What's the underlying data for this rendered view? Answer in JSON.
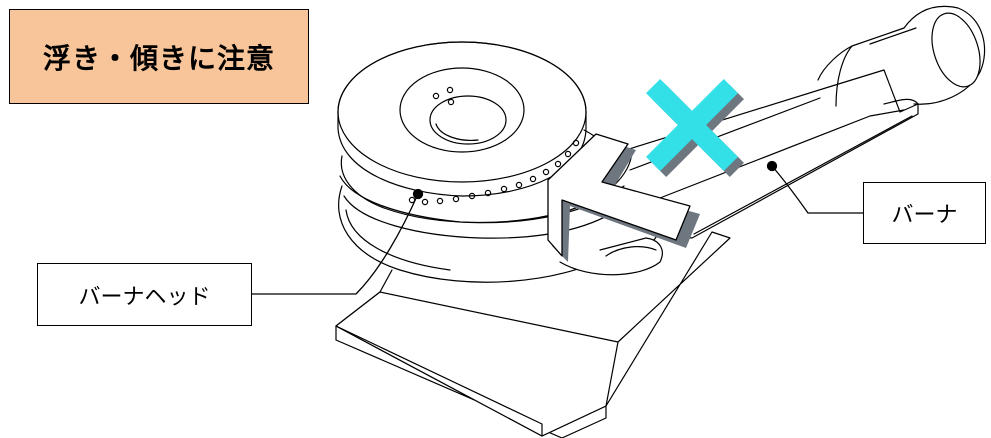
{
  "title": "浮き・傾きに注意",
  "labels": {
    "burner_head": "バーナヘッド",
    "burner": "バーナ"
  },
  "colors": {
    "title_bg": "#f8c49a",
    "cross": "#33e0e8",
    "cross_shadow": "#6e7680",
    "arrow_fill": "#ffffff",
    "arrow_shadow": "#6e7680",
    "line": "#000000"
  },
  "icons": {
    "warning_mark": "cross-mark-icon",
    "direction": "arrow-icon"
  }
}
